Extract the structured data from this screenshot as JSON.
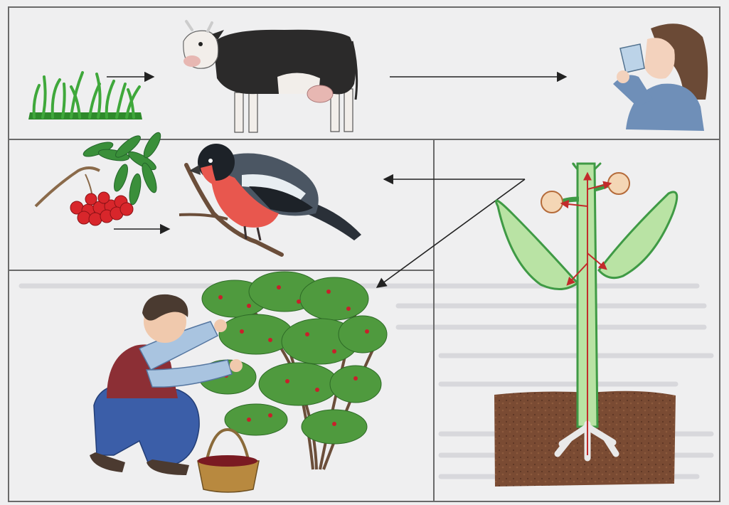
{
  "figure": {
    "kind": "food-chain illustration",
    "palette": {
      "paper": "#efeff0",
      "panel": "#f7f7f8",
      "frame": "#6a6a6a",
      "grass": "#3fa83b",
      "cow_dark": "#2b2a2a",
      "milk_pink": "#e7b7b2",
      "berry_red": "#d8262b",
      "bird_breast": "#e8574e",
      "bird_back": "#4b5663",
      "plant_green": "#b9e3a4",
      "plant_outline": "#3f9a45",
      "flow_red": "#c22b2b",
      "soil": "#7a4b33",
      "shirt_red": "#8c2f35",
      "jeans_blue": "#3b5ea8"
    },
    "panels": [
      {
        "id": "panel-top",
        "chain": [
          "grass",
          "cow",
          "girl-drinking-milk"
        ]
      },
      {
        "id": "panel-middle",
        "chain": [
          "rowan-berries",
          "bullfinch"
        ]
      },
      {
        "id": "panel-bottom",
        "chain": [
          "berry-bush",
          "boy-picking-berries"
        ]
      },
      {
        "id": "panel-right",
        "chain": [
          "plant-sap-flow"
        ],
        "arrows_to": [
          "bullfinch",
          "berry-bush"
        ]
      }
    ]
  }
}
